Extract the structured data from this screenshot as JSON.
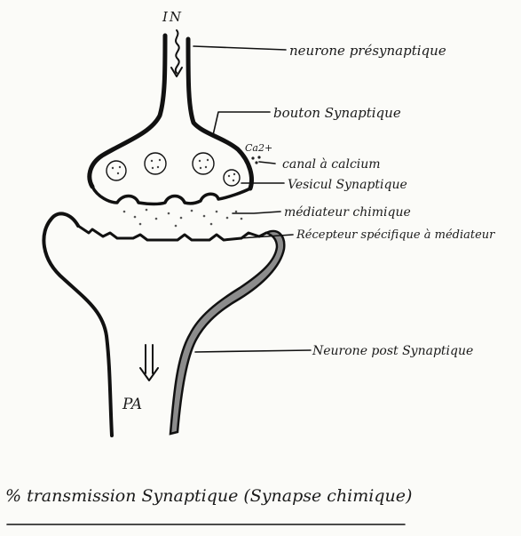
{
  "diagram": {
    "labels": {
      "in": "IN",
      "presynaptic_neuron": "neurone présynaptique",
      "synaptic_button": "bouton Synaptique",
      "calcium_ion": "Ca2+",
      "calcium_channel": "canal à calcium",
      "synaptic_vesicle": "Vesicul Synaptique",
      "chemical_mediator": "médiateur chimique",
      "specific_receptor": "Récepteur spécifique à médiateur",
      "postsynaptic_neuron": "Neurone post Synaptique",
      "action_potential": "PA"
    },
    "caption": "% transmission Synaptique (Synapse chimique)",
    "colors": {
      "ink": "#111111",
      "paper": "#fbfbf8",
      "postsynaptic_fill": "#8c8c8c"
    }
  }
}
